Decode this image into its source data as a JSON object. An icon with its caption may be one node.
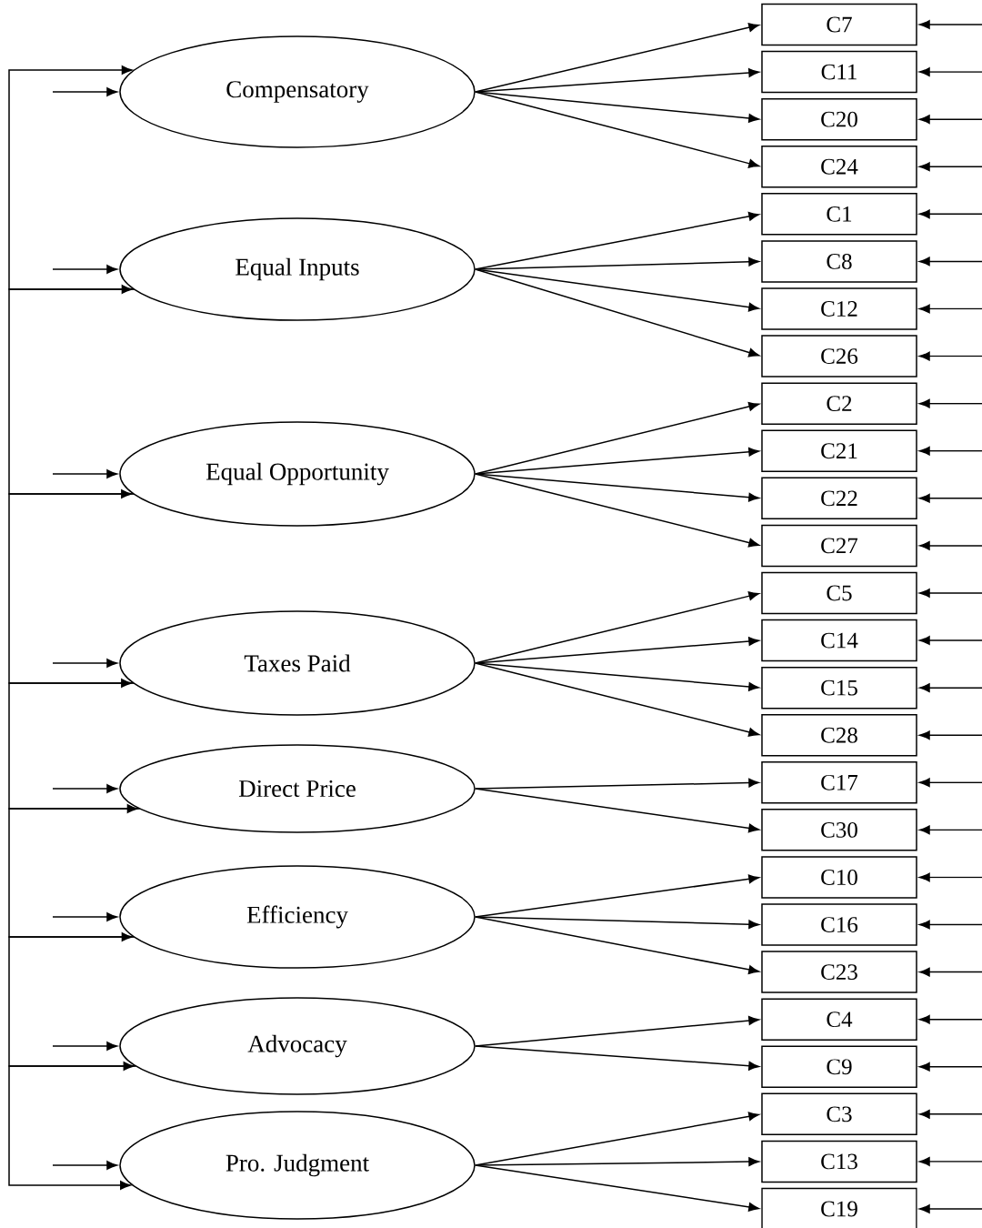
{
  "diagram": {
    "nodes": [
      {
        "text": [
          "Compensatory"
        ]
      },
      {
        "text": [
          "Equal Inputs"
        ]
      },
      {
        "text": [
          "Equal Opportunity"
        ]
      },
      {
        "text": [
          "Taxes Paid"
        ]
      },
      {
        "text": [
          "Direct Price"
        ]
      },
      {
        "text": [
          "Efficiency"
        ]
      },
      {
        "text": [
          "Advocacy"
        ]
      },
      {
        "text": [
          "Pro. Judgment"
        ]
      },
      {
        "text": [
          "C7"
        ]
      },
      {
        "text": [
          "C11"
        ]
      },
      {
        "text": [
          "C20"
        ]
      },
      {
        "text": [
          "C24"
        ]
      },
      {
        "text": [
          "C1"
        ]
      },
      {
        "text": [
          "C8"
        ]
      },
      {
        "text": [
          "C12"
        ]
      },
      {
        "text": [
          "C26"
        ]
      },
      {
        "text": [
          "C2"
        ]
      },
      {
        "text": [
          "C21"
        ]
      },
      {
        "text": [
          "C22"
        ]
      },
      {
        "text": [
          "C27"
        ]
      },
      {
        "text": [
          "C5"
        ]
      },
      {
        "text": [
          "C14"
        ]
      },
      {
        "text": [
          "C15"
        ]
      },
      {
        "text": [
          "C28"
        ]
      },
      {
        "text": [
          "C17"
        ]
      },
      {
        "text": [
          "C30"
        ]
      },
      {
        "text": [
          "C10"
        ]
      },
      {
        "text": [
          "C16"
        ]
      },
      {
        "text": [
          "C23"
        ]
      },
      {
        "text": [
          "C4"
        ]
      },
      {
        "text": [
          "C9"
        ]
      },
      {
        "text": [
          "C3"
        ]
      },
      {
        "text": [
          "C13"
        ]
      },
      {
        "text": [
          "C19"
        ]
      }
    ],
    "edges": [
      {
        "from": 0,
        "to": 8,
        "arrow": "to"
      },
      {
        "from": 0,
        "to": 9,
        "arrow": "to"
      },
      {
        "from": 0,
        "to": 10,
        "arrow": "to"
      },
      {
        "from": 0,
        "to": 11,
        "arrow": "to"
      },
      {
        "from": 1,
        "to": 12,
        "arrow": "to"
      },
      {
        "from": 1,
        "to": 13,
        "arrow": "to"
      },
      {
        "from": 1,
        "to": 14,
        "arrow": "to"
      },
      {
        "from": 1,
        "to": 15,
        "arrow": "to"
      },
      {
        "from": 2,
        "to": 16,
        "arrow": "to"
      },
      {
        "from": 2,
        "to": 17,
        "arrow": "to"
      },
      {
        "from": 2,
        "to": 18,
        "arrow": "to"
      },
      {
        "from": 2,
        "to": 19,
        "arrow": "to"
      },
      {
        "from": 3,
        "to": 20,
        "arrow": "to"
      },
      {
        "from": 3,
        "to": 21,
        "arrow": "to"
      },
      {
        "from": 3,
        "to": 22,
        "arrow": "to"
      },
      {
        "from": 3,
        "to": 23,
        "arrow": "to"
      },
      {
        "from": 4,
        "to": 24,
        "arrow": "to"
      },
      {
        "from": 4,
        "to": 25,
        "arrow": "to"
      },
      {
        "from": 5,
        "to": 26,
        "arrow": "to"
      },
      {
        "from": 5,
        "to": 27,
        "arrow": "to"
      },
      {
        "from": 5,
        "to": 28,
        "arrow": "to"
      },
      {
        "from": 6,
        "to": 29,
        "arrow": "to"
      },
      {
        "from": 6,
        "to": 30,
        "arrow": "to"
      },
      {
        "from": 7,
        "to": 31,
        "arrow": "to"
      },
      {
        "from": 7,
        "to": 32,
        "arrow": "to"
      },
      {
        "from": 7,
        "to": 33,
        "arrow": "to"
      },
      {
        "from": 0,
        "to": 1,
        "arrow": "both"
      },
      {
        "from": 1,
        "to": 2,
        "arrow": "to"
      },
      {
        "from": 2,
        "to": 3,
        "arrow": "to"
      },
      {
        "from": 3,
        "to": 4,
        "arrow": "to"
      },
      {
        "from": 4,
        "to": 5,
        "arrow": "to"
      },
      {
        "from": 5,
        "to": 6,
        "arrow": "to"
      },
      {
        "from": 6,
        "to": 7,
        "arrow": "to"
      },
      {
        "from": null,
        "to": 0,
        "arrow": "to"
      },
      {
        "from": null,
        "to": 1,
        "arrow": "to"
      },
      {
        "from": null,
        "to": 2,
        "arrow": "to"
      },
      {
        "from": null,
        "to": 3,
        "arrow": "to"
      },
      {
        "from": null,
        "to": 4,
        "arrow": "to"
      },
      {
        "from": null,
        "to": 5,
        "arrow": "to"
      },
      {
        "from": null,
        "to": 6,
        "arrow": "to"
      },
      {
        "from": null,
        "to": 7,
        "arrow": "to"
      },
      {
        "from": null,
        "to": 8,
        "arrow": "to"
      },
      {
        "from": null,
        "to": 9,
        "arrow": "to"
      },
      {
        "from": null,
        "to": 10,
        "arrow": "to"
      },
      {
        "from": null,
        "to": 11,
        "arrow": "to"
      },
      {
        "from": null,
        "to": 12,
        "arrow": "to"
      },
      {
        "from": null,
        "to": 13,
        "arrow": "to"
      },
      {
        "from": null,
        "to": 14,
        "arrow": "to"
      },
      {
        "from": null,
        "to": 15,
        "arrow": "to"
      },
      {
        "from": null,
        "to": 16,
        "arrow": "to"
      },
      {
        "from": null,
        "to": 17,
        "arrow": "to"
      },
      {
        "from": null,
        "to": 18,
        "arrow": "to"
      },
      {
        "from": null,
        "to": 19,
        "arrow": "to"
      },
      {
        "from": null,
        "to": 20,
        "arrow": "to"
      },
      {
        "from": null,
        "to": 21,
        "arrow": "to"
      },
      {
        "from": null,
        "to": 22,
        "arrow": "to"
      },
      {
        "from": null,
        "to": 23,
        "arrow": "to"
      },
      {
        "from": null,
        "to": 24,
        "arrow": "to"
      },
      {
        "from": null,
        "to": 25,
        "arrow": "to"
      },
      {
        "from": null,
        "to": 26,
        "arrow": "to"
      },
      {
        "from": null,
        "to": 27,
        "arrow": "to"
      },
      {
        "from": null,
        "to": 28,
        "arrow": "to"
      },
      {
        "from": null,
        "to": 29,
        "arrow": "to"
      },
      {
        "from": null,
        "to": 30,
        "arrow": "to"
      },
      {
        "from": null,
        "to": 31,
        "arrow": "to"
      },
      {
        "from": null,
        "to": 32,
        "arrow": "to"
      },
      {
        "from": null,
        "to": 33,
        "arrow": "to"
      }
    ]
  }
}
